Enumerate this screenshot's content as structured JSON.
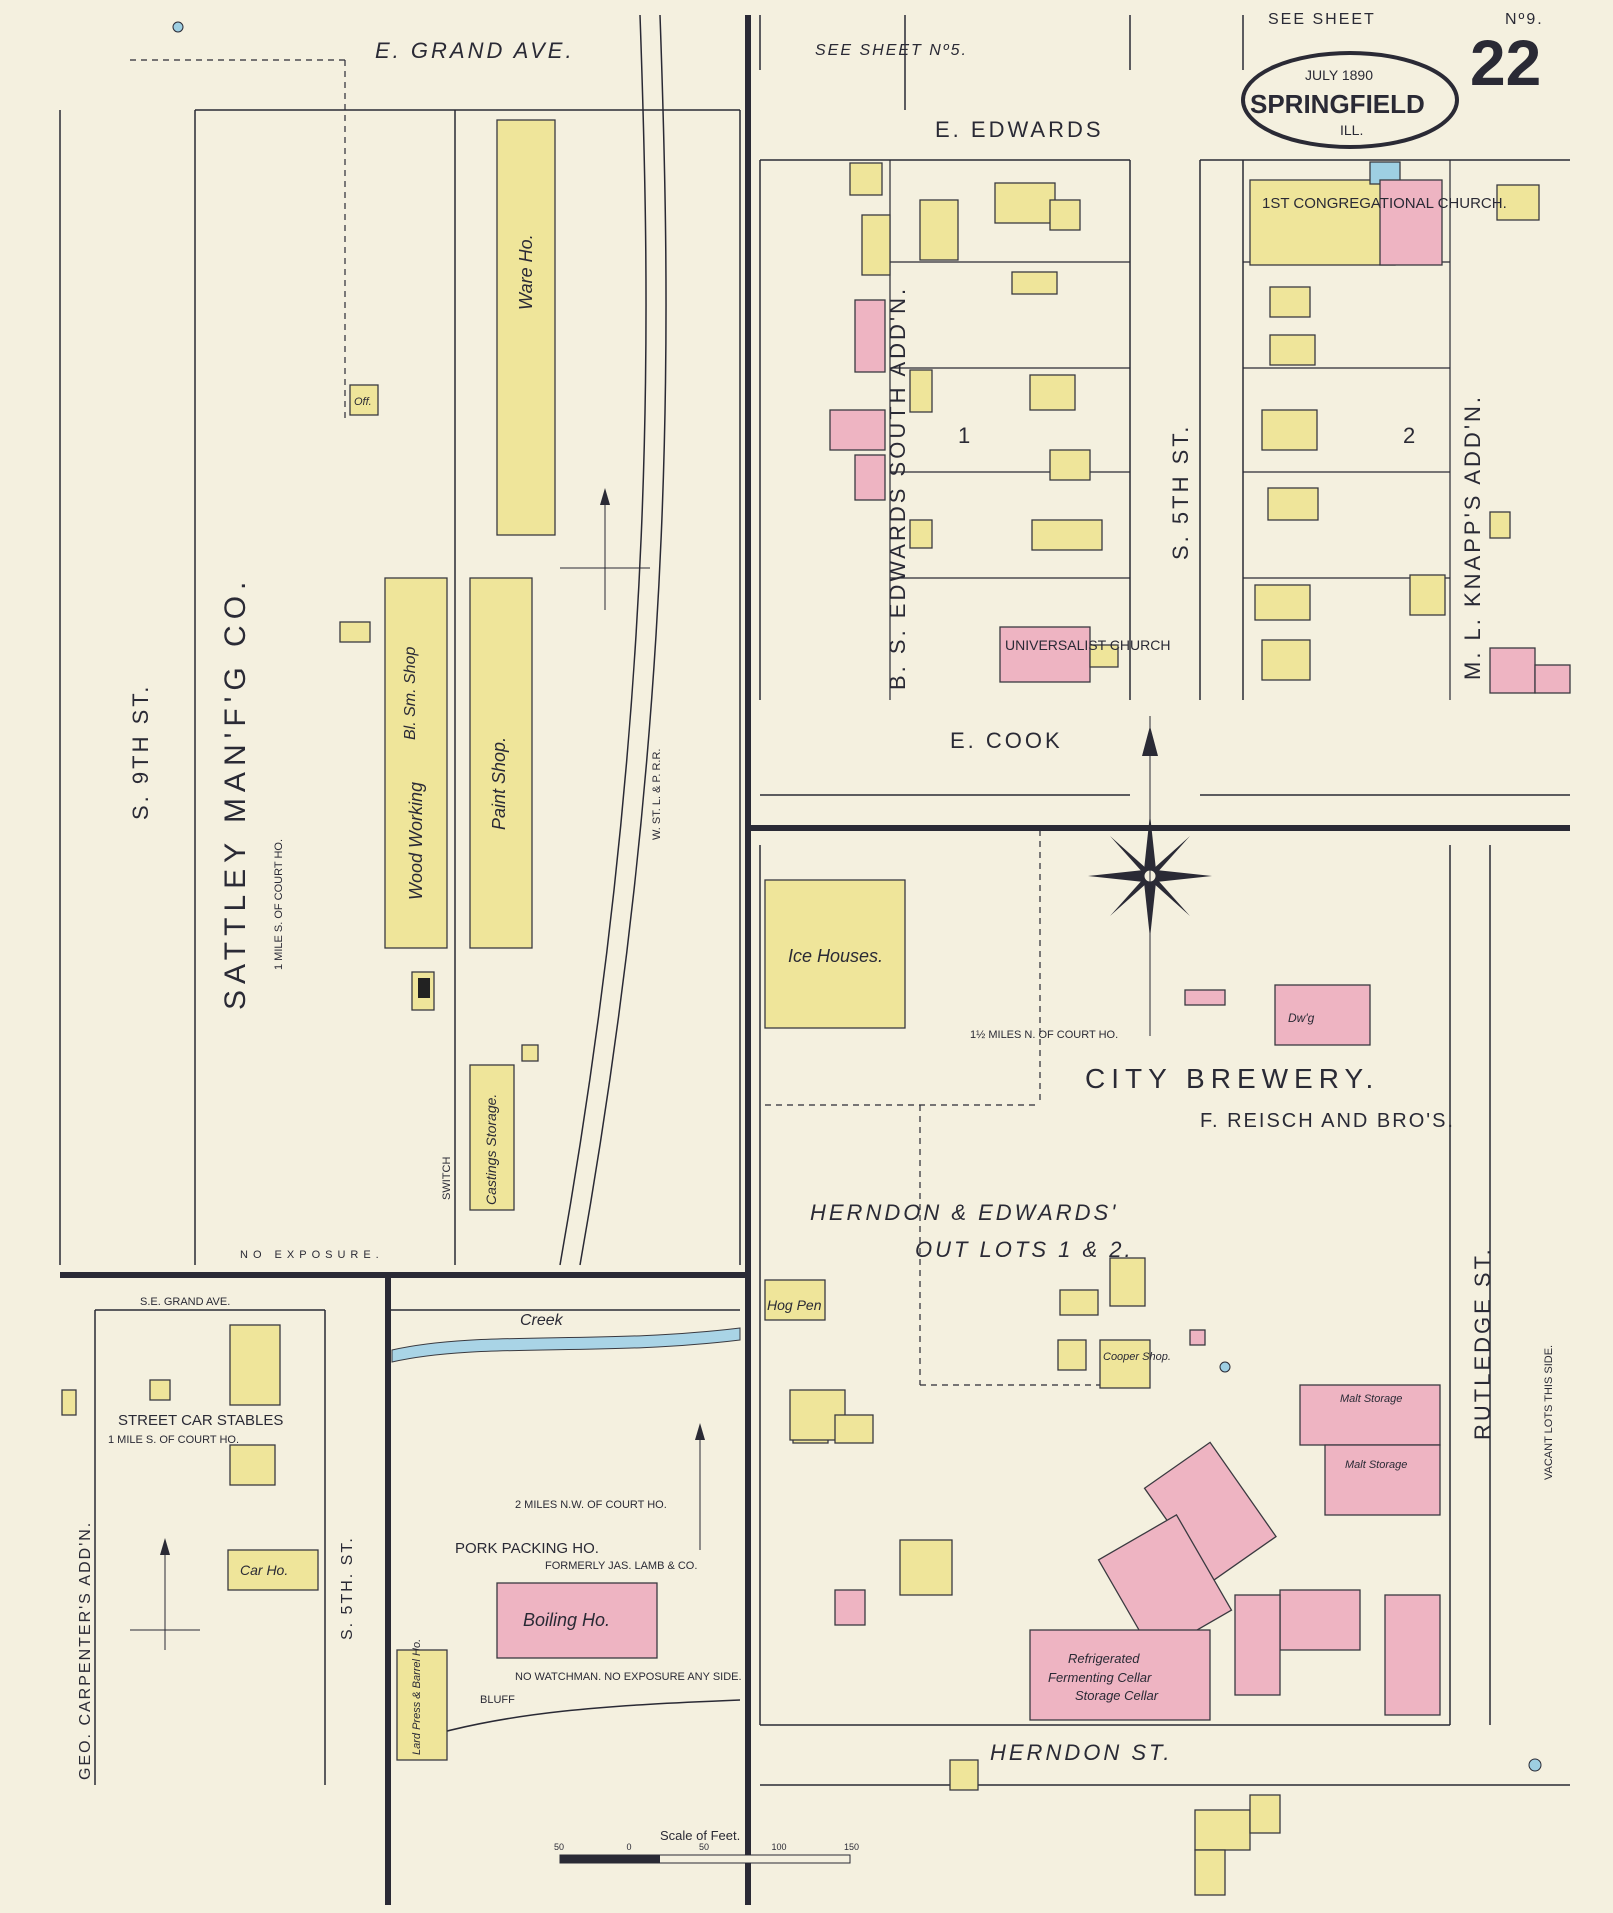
{
  "header": {
    "see_sheet_top": "SEE SHEET",
    "sheet_ref": "Nº9.",
    "see_sheet_5": "SEE SHEET Nº5.",
    "date": "JULY 1890",
    "city": "SPRINGFIELD",
    "state": "ILL.",
    "sheet_number": "22"
  },
  "streets": {
    "e_grand": "E. GRAND AVE.",
    "e_edwards": "E. EDWARDS",
    "e_cook": "E. COOK",
    "s_5th": "S. 5TH ST.",
    "s_9th": "S. 9TH ST.",
    "s_e_grand": "S.E. GRAND AVE.",
    "s_5th_lower": "S. 5TH. ST.",
    "herndon": "HERNDON ST.",
    "rutledge": "RUTLEDGE ST.",
    "rail": "W. ST. L. & P. R.R.",
    "creek": "Creek",
    "switch": "SWITCH",
    "bluff": "BLUFF"
  },
  "additions": {
    "edwards_south": "B. S. EDWARDS SOUTH ADD'N.",
    "knapps": "M. L. KNAPP'S ADD'N.",
    "carpenter": "GEO. CARPENTER'S ADD'N.",
    "block_1": "1",
    "block_2": "2"
  },
  "labels": {
    "sattley": "SATTLEY MAN'F'G CO.",
    "sattley_note": "1 MILE S. OF COURT HO.",
    "wood_working": "Wood Working",
    "bl_sm_shop": "Bl. Sm. Shop",
    "paint_shop": "Paint Shop.",
    "ware_ho": "Ware Ho.",
    "castings": "Castings Storage.",
    "off": "Off.",
    "congregational": "1ST CONGREGATIONAL CHURCH.",
    "universalist": "UNIVERSALIST CHURCH",
    "dwg": "Dw'g",
    "ice_houses": "Ice Houses.",
    "city_brewery": "CITY BREWERY.",
    "reisch": "F. REISCH AND BRO'S.",
    "brewery_note": "1½ MILES N. OF COURT HO.",
    "herndon_edwards": "HERNDON & EDWARDS'",
    "out_lots": "OUT LOTS 1 & 2.",
    "hog_pen": "Hog Pen",
    "cooper": "Cooper Shop.",
    "malt1": "Malt Storage",
    "malt2": "Malt Storage",
    "refrigerated": "Refrigerated",
    "fermenting": "Fermenting Cellar",
    "storage_cellar": "Storage Cellar",
    "street_car": "STREET CAR STABLES",
    "street_car_note": "1 MILE S. OF COURT HO.",
    "car_ho": "Car Ho.",
    "pork": "PORK PACKING HO.",
    "pork_former": "FORMERLY JAS. LAMB & CO.",
    "pork_note": "2 MILES N.W. OF COURT HO.",
    "boiling": "Boiling Ho.",
    "lard": "Lard Press & Barrel Ho.",
    "no_watchman": "NO WATCHMAN. NO EXPOSURE ANY SIDE.",
    "no_exposure": "NO EXPOSURE.",
    "vacant": "VACANT LOTS THIS SIDE.",
    "scale": "Scale of Feet.",
    "scale_ticks": [
      "50",
      "0",
      "50",
      "100",
      "150"
    ]
  },
  "colors": {
    "paper": "#f4f0df",
    "frame_dwelling": "#efe59a",
    "brick": "#eeb4c2",
    "stone": "#9ecfe2",
    "ink": "#2a2a35"
  }
}
